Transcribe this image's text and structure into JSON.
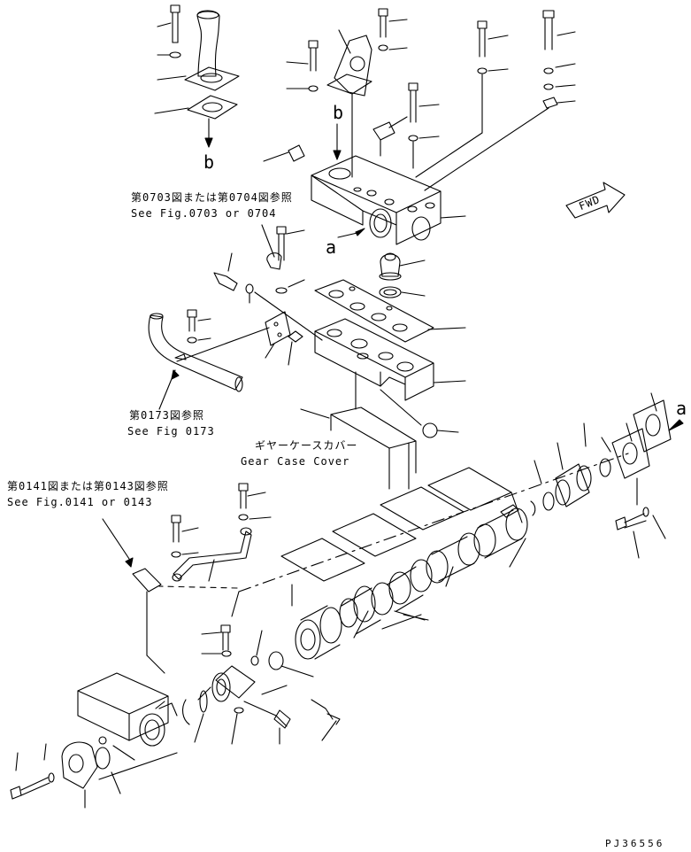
{
  "diagram": {
    "refs": {
      "fig_0703_jp": "第0703図または第0704図参照",
      "fig_0703_en": "See Fig.0703 or 0704",
      "fig_0173_jp": "第0173図参照",
      "fig_0173_en": "See Fig 0173",
      "fig_0141_jp": "第0141図または第0143図参照",
      "fig_0141_en": "See Fig.0141 or 0143",
      "gear_jp": "ギヤーケースカバー",
      "gear_en": "Gear Case Cover"
    },
    "letters": {
      "b_bottom": "b",
      "b_top": "b",
      "a_left": "a",
      "a_right": "a"
    },
    "fwd_label": "FWD",
    "drawing_code": "PJ36556",
    "colors": {
      "line": "#000000",
      "background": "#ffffff"
    }
  }
}
